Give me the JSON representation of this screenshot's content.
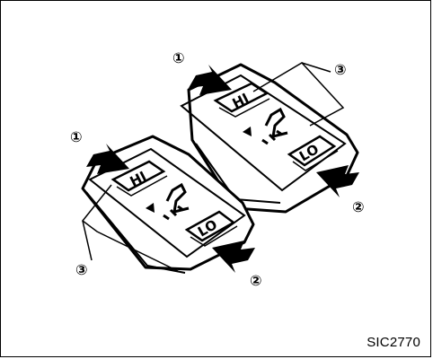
{
  "figure": {
    "code": "SIC2770",
    "callouts": {
      "one": "①",
      "two": "②",
      "three": "③"
    },
    "switch_labels": {
      "hi": "HI",
      "lo": "LO"
    }
  }
}
